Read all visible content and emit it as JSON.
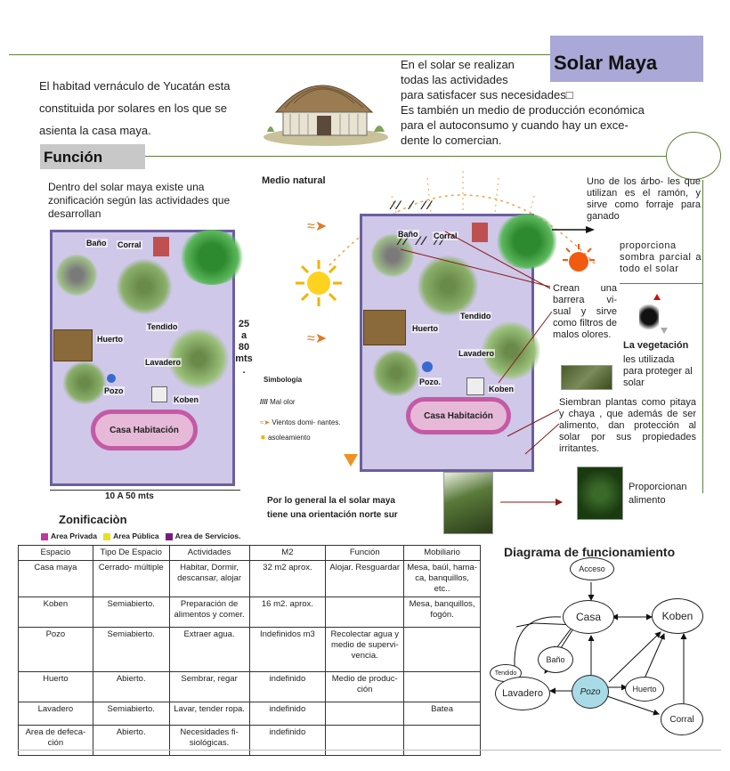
{
  "header": {
    "title": "Solar Maya",
    "intro": "El habitad vernáculo de Yucatán esta constituida por solares en los que se asienta la casa maya.",
    "description_lines": [
      "En el solar se realizan",
      "todas las actividades",
      "para satisfacer sus necesidades□",
      "Es también un medio de producción económica",
      "para el autoconsumo y cuando hay un exce-",
      "dente lo comercian."
    ]
  },
  "funcion": {
    "heading": "Función",
    "intro": "Dentro del solar maya existe una zonificación según las actividades que desarrollan"
  },
  "left_map": {
    "labels": {
      "bano": "Baño",
      "corral": "Corral",
      "tendido": "Tendido",
      "huerto": "Huerto",
      "lavadero": "Lavadero",
      "pozo": "Pozo",
      "koben": "Koben",
      "casa": "Casa Habitación"
    },
    "dim_vertical": [
      "25",
      "a",
      "80",
      "mts",
      "."
    ],
    "dim_horizontal": "10 A 50 mts",
    "zonificacion_title": "Zonificaciòn",
    "legend": [
      {
        "label": "Area Privada",
        "color": "#c0399c"
      },
      {
        "label": "Area Pública",
        "color": "#e8e020"
      },
      {
        "label": "Area de Servicios.",
        "color": "#7a1a80"
      }
    ]
  },
  "middle": {
    "medio_natural": "Medio natural",
    "simbologia": "Simbología",
    "symbols": [
      "Mal olor",
      "Vientos domi- nantes.",
      "asoleamiento"
    ],
    "orientation_note": "Por lo general la el solar maya tiene una orientación norte sur"
  },
  "right_map": {
    "labels": {
      "bano": "Baño",
      "corral": "Corral",
      "tendido": "Tendido",
      "huerto": "Huerto",
      "lavadero": "Lavadero",
      "pozo": "Pozo.",
      "koben": "Koben",
      "casa": "Casa Habitación"
    }
  },
  "annotations": {
    "arboles": "Uno de los árbo- les que utilizan es el ramón, y sirve como forraje para ganado",
    "sombra": "proporciona sombra parcial a todo el solar",
    "barrera": "Crean una barrera vi- sual y sirve como filtros de malos olores.",
    "vegetacion_title": "La vegetación",
    "vegetacion_text": "les utilizada para proteger al solar",
    "siembran": "Siembran plantas como pitaya y chaya , que además de ser alimento, dan protección al solar por sus propiedades irritantes.",
    "alimento": "Proporcionan alimento"
  },
  "table": {
    "headers": [
      "Espacio",
      "Tipo De Espacio",
      "Actividades",
      "M2",
      "Función",
      "Mobiliario"
    ],
    "rows": [
      [
        "Casa maya",
        "Cerrado- múltiple",
        "Habitar, Dormir, descansar, alojar",
        "32 m2 aprox.",
        "Alojar. Resguardar",
        "Mesa, baúl, hama- ca, banquillos, etc.."
      ],
      [
        "Koben",
        "Semiabierto.",
        "Preparación de alimentos y comer.",
        "16 m2. aprox.",
        "",
        "Mesa, banquillos, fogón."
      ],
      [
        "Pozo",
        "Semiabierto.",
        "Extraer agua.",
        "Indefinidos m3",
        "Recolectar agua y medio de supervi- vencia.",
        ""
      ],
      [
        "Huerto",
        "Abierto.",
        "Sembrar, regar",
        "indefinido",
        "Medio de produc- ción",
        ""
      ],
      [
        "Lavadero",
        "Semiabierto.",
        "Lavar, tender ropa.",
        "indefinido",
        "",
        "Batea"
      ],
      [
        "Area de defeca- ción",
        "Abierto.",
        "Necesidades fi- siológicas.",
        "indefinido",
        "",
        ""
      ]
    ]
  },
  "diagram": {
    "title": "Diagrama de funcionamiento",
    "nodes": {
      "acceso": "Acceso",
      "casa": "Casa",
      "koben": "Koben",
      "bano": "Baño",
      "tendido": "Tendido",
      "lavadero": "Lavadero",
      "pozo": "Pozo",
      "huerto": "Huerto",
      "corral": "Corral"
    }
  },
  "colors": {
    "title_box": "#a9a8d6",
    "rule": "#5f7f3a",
    "map_fill": "#cfc8e8",
    "casa_oval": "#c45aa5",
    "pozo_node": "#a8dbe6"
  }
}
